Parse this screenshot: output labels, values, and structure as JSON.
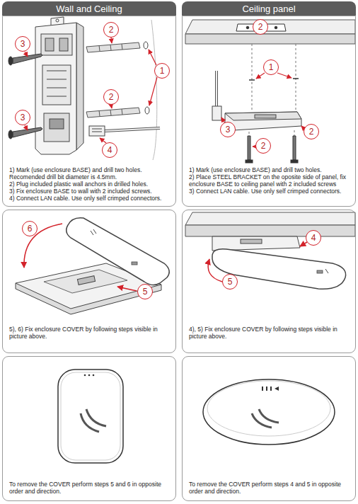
{
  "diagram": {
    "nodes": [
      {
        "text": [
          "Wall and Ceiling"
        ]
      },
      {
        "text": [
          "Ceiling panel"
        ]
      },
      {
        "text": [
          "1) Mark (use enclosure BASE) and drill two holes. Recomended drill bit diameter is 4.5mm.",
          "2) Plug included plastic wall anchors in drilled holes.",
          "3) Fix enclosure BASE to wall with 2 included screws.",
          "4) Connect LAN cable. Use only self crimped connectors."
        ]
      },
      {
        "text": [
          "2"
        ],
        "in": 2
      },
      {
        "text": [
          "3"
        ],
        "in": 2
      },
      {
        "text": [
          "1"
        ],
        "in": 2
      },
      {
        "text": [
          "2"
        ],
        "in": 2
      },
      {
        "text": [
          "3"
        ],
        "in": 2
      },
      {
        "text": [
          "4"
        ],
        "in": 2
      },
      {
        "text": [
          "1) Mark (use enclosure BASE) and drill two holes.",
          "2) Place STEEL BRACKET on the oposite side of panel, fix enclosure BASE to ceiling panel with 2 included screws",
          "3) Connect LAN cable. Use only self crimped connectors."
        ]
      },
      {
        "text": [
          "2"
        ],
        "in": 9
      },
      {
        "text": [
          "1"
        ],
        "in": 9
      },
      {
        "text": [
          "3"
        ],
        "in": 9
      },
      {
        "text": [
          "2"
        ],
        "in": 9
      },
      {
        "text": [
          "2"
        ],
        "in": 9
      },
      {
        "text": [
          "5), 6) Fix enclosure COVER by following steps visible in picture above."
        ]
      },
      {
        "text": [
          "6"
        ],
        "in": 15
      },
      {
        "text": [
          "5"
        ],
        "in": 15
      },
      {
        "text": [
          "4), 5) Fix enclosure COVER by following steps visible in picture above."
        ]
      },
      {
        "text": [
          "4"
        ],
        "in": 18
      },
      {
        "text": [
          "5"
        ],
        "in": 18
      },
      {
        "text": [
          "To remove the COVER perform steps 5 and 6 in opposite order and direction."
        ]
      },
      {
        "text": [
          "To remove the COVER perform steps 4 and 5 in opposite order and direction."
        ]
      }
    ]
  }
}
